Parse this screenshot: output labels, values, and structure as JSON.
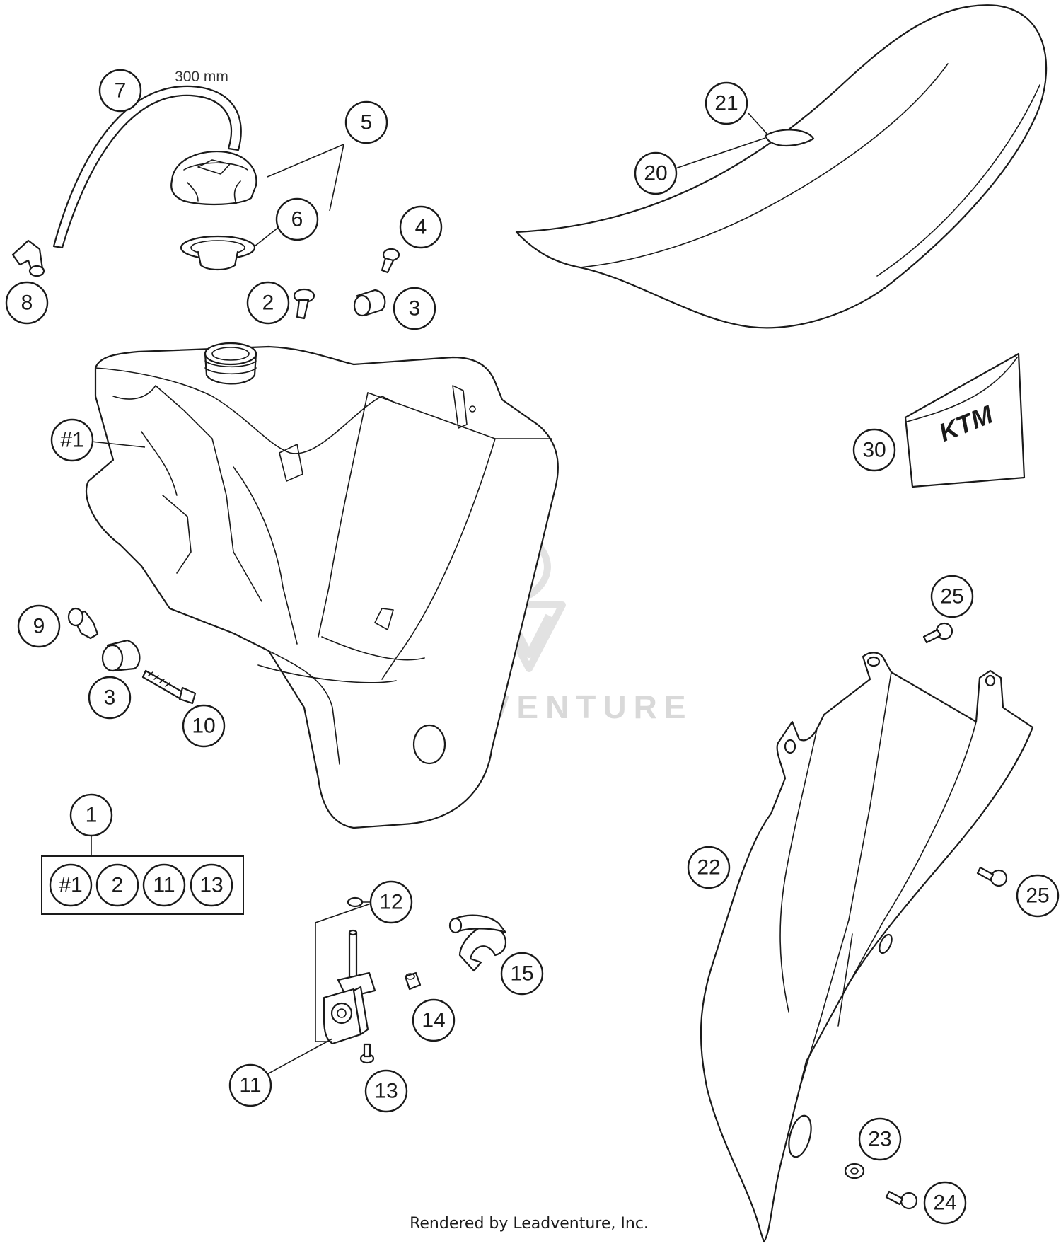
{
  "dimension_label": "300 mm",
  "callouts": [
    {
      "id": "c7",
      "label": "7"
    },
    {
      "id": "c5",
      "label": "5"
    },
    {
      "id": "c6",
      "label": "6"
    },
    {
      "id": "c4",
      "label": "4"
    },
    {
      "id": "c8",
      "label": "8"
    },
    {
      "id": "c2",
      "label": "2"
    },
    {
      "id": "c3a",
      "label": "3"
    },
    {
      "id": "c21",
      "label": "21"
    },
    {
      "id": "c20",
      "label": "20"
    },
    {
      "id": "c30",
      "label": "30"
    },
    {
      "id": "c1h",
      "label": "#1"
    },
    {
      "id": "c9",
      "label": "9"
    },
    {
      "id": "c3b",
      "label": "3"
    },
    {
      "id": "c10",
      "label": "10"
    },
    {
      "id": "c25a",
      "label": "25"
    },
    {
      "id": "c25b",
      "label": "25"
    },
    {
      "id": "c22",
      "label": "22"
    },
    {
      "id": "c1",
      "label": "1"
    },
    {
      "id": "c12",
      "label": "12"
    },
    {
      "id": "c15",
      "label": "15"
    },
    {
      "id": "c14",
      "label": "14"
    },
    {
      "id": "c11",
      "label": "11"
    },
    {
      "id": "c13",
      "label": "13"
    },
    {
      "id": "c23",
      "label": "23"
    },
    {
      "id": "c24",
      "label": "24"
    }
  ],
  "kit_contents": [
    "#1",
    "2",
    "11",
    "13"
  ],
  "logo_text": "KTM",
  "watermark": "LEADVENTURE",
  "footer": "Rendered by Leadventure, Inc."
}
